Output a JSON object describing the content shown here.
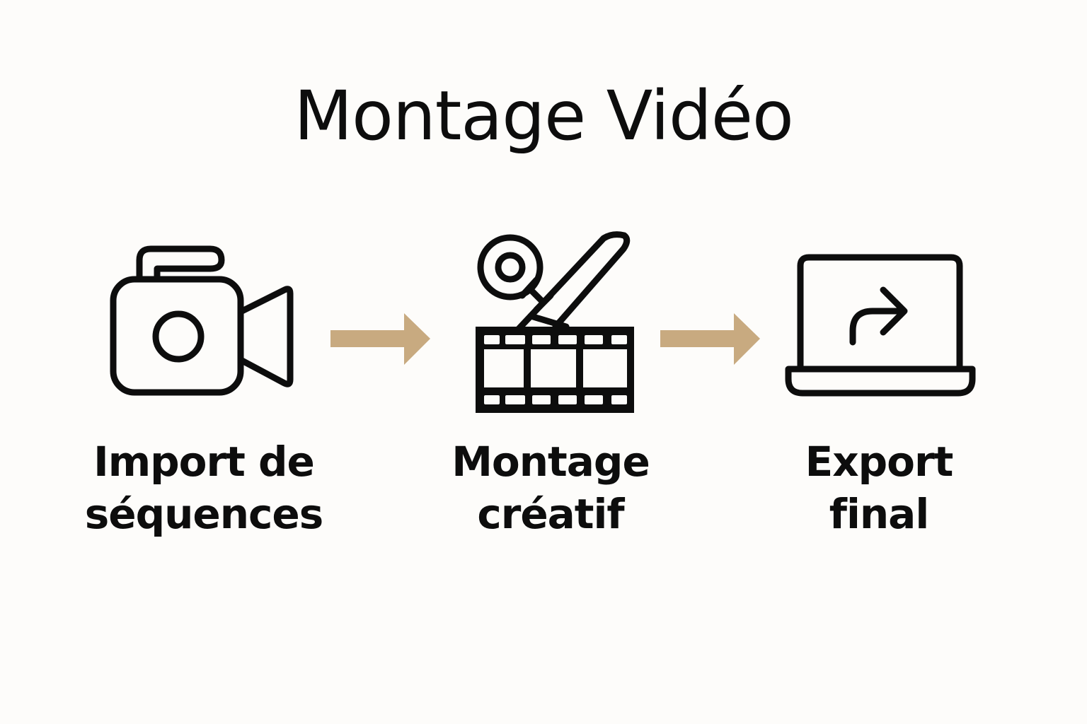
{
  "title": "Montage Vidéo",
  "colors": {
    "background": "#fdfcfa",
    "ink": "#0d0d0d",
    "arrow": "#c8aa80"
  },
  "steps": [
    {
      "icon": "video-camera-icon",
      "label_line1": "Import de",
      "label_line2": "séquences"
    },
    {
      "icon": "editing-tools-film-strip-icon",
      "label_line1": "Montage",
      "label_line2": "créatif"
    },
    {
      "icon": "laptop-export-icon",
      "label_line1": "Export",
      "label_line2": "final"
    }
  ],
  "arrows": [
    {
      "from": "Import de séquences",
      "to": "Montage créatif"
    },
    {
      "from": "Montage créatif",
      "to": "Export final"
    }
  ]
}
